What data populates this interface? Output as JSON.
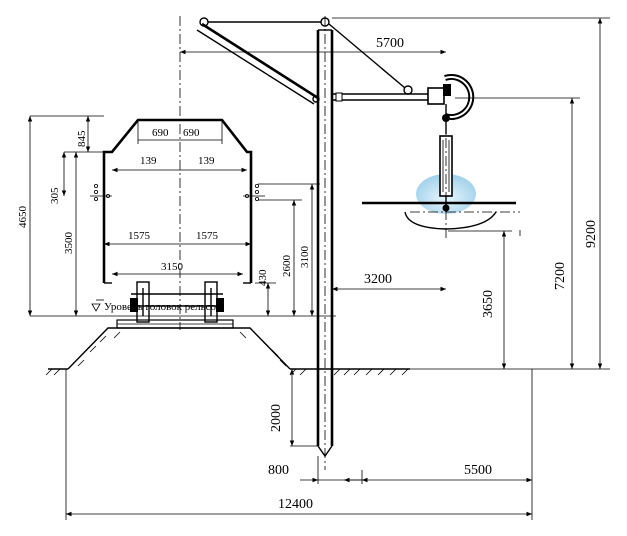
{
  "colors": {
    "line": "#000000",
    "light": "#a9d4ea",
    "hatch": "#000000"
  },
  "rail_level_label": "Уровень головок рельсов",
  "dimensions": {
    "d5700": "5700",
    "d845": "845",
    "d690a": "690",
    "d690b": "690",
    "d139a": "139",
    "d139b": "139",
    "d305": "305",
    "d4650": "4650",
    "d3500": "3500",
    "d1575a": "1575",
    "d1575b": "1575",
    "d3150": "3150",
    "d430": "430",
    "d2600": "2600",
    "d3100": "3100",
    "d3200": "3200",
    "d3650": "3650",
    "d7200": "7200",
    "d9200": "9200",
    "d2000": "2000",
    "d800": "800",
    "d5500": "5500",
    "d12400": "12400"
  }
}
